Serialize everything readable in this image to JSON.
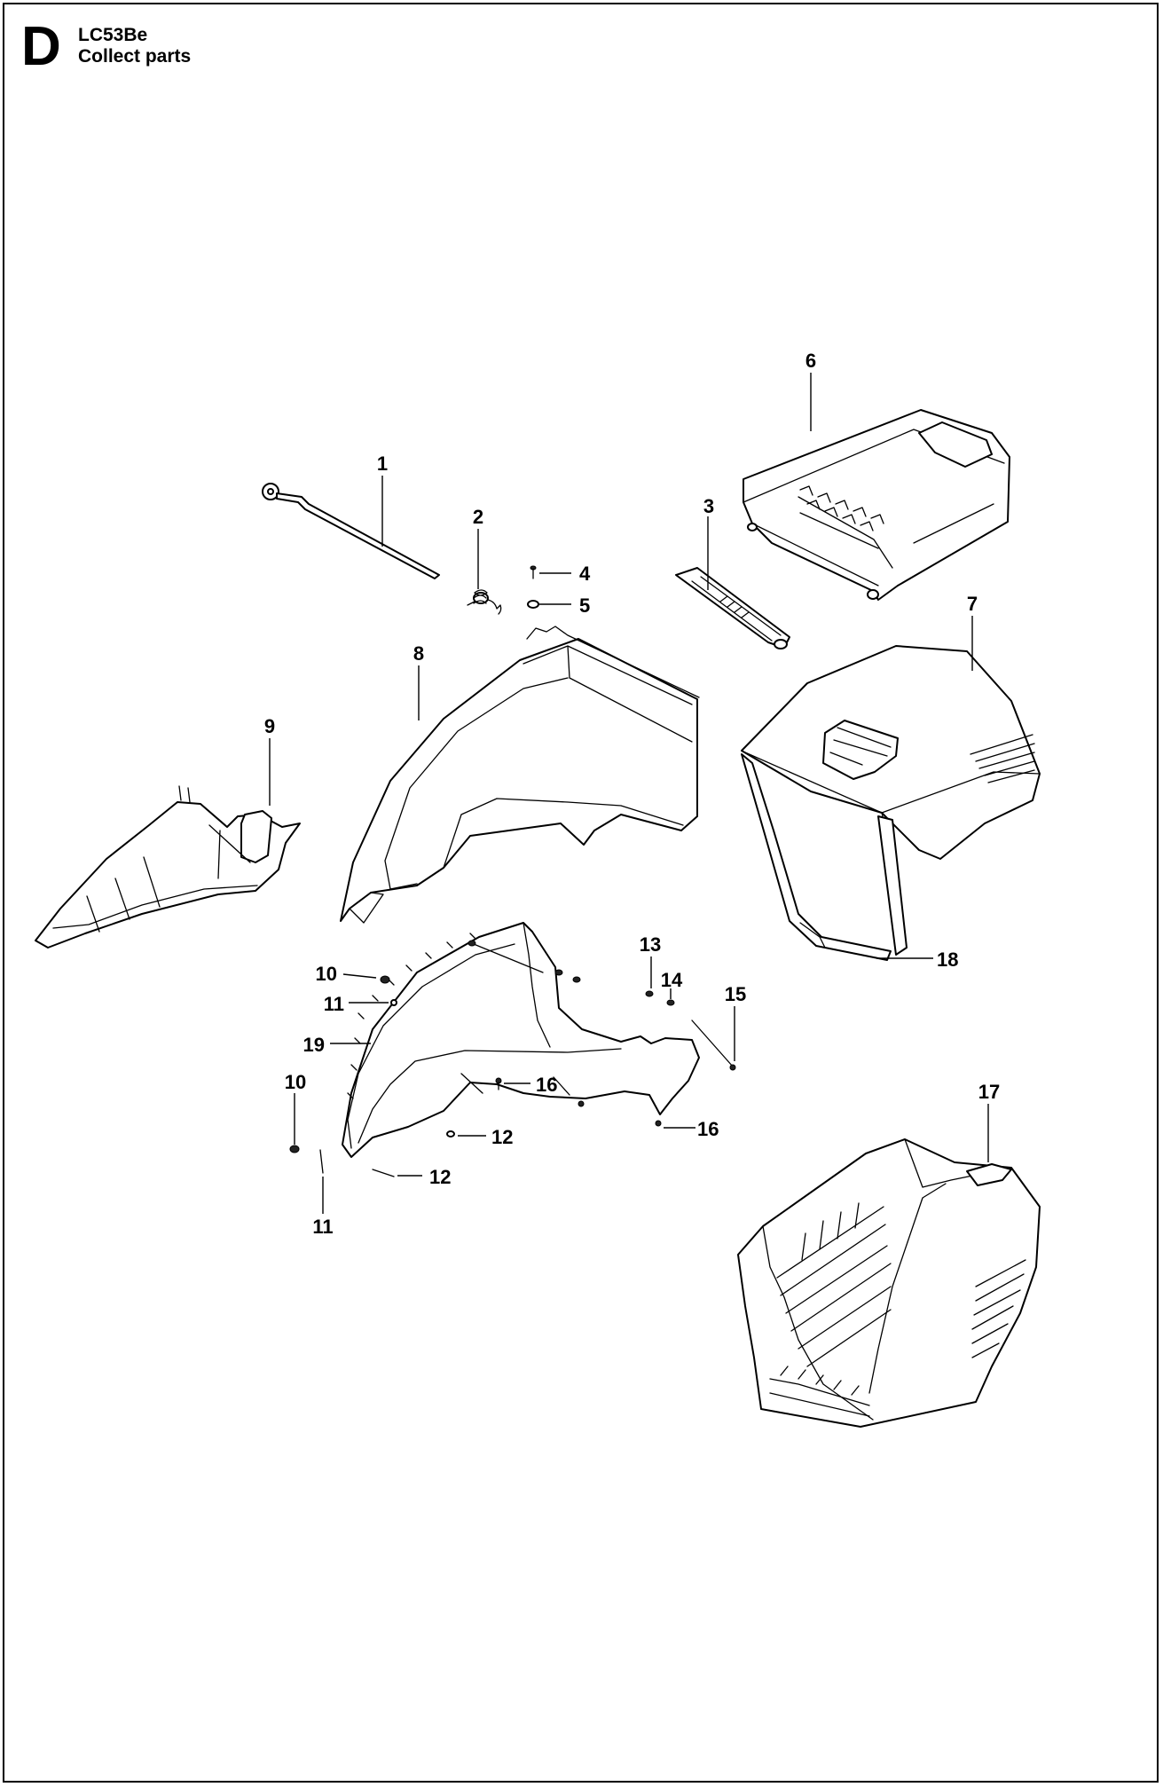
{
  "header": {
    "section_letter": "D",
    "model": "LC53Be",
    "title": "Collect parts"
  },
  "callouts": [
    {
      "id": "1",
      "label": "1"
    },
    {
      "id": "2",
      "label": "2"
    },
    {
      "id": "3",
      "label": "3"
    },
    {
      "id": "4",
      "label": "4"
    },
    {
      "id": "5",
      "label": "5"
    },
    {
      "id": "6",
      "label": "6"
    },
    {
      "id": "7",
      "label": "7"
    },
    {
      "id": "8",
      "label": "8"
    },
    {
      "id": "9",
      "label": "9"
    },
    {
      "id": "10a",
      "label": "10"
    },
    {
      "id": "10b",
      "label": "10"
    },
    {
      "id": "11a",
      "label": "11"
    },
    {
      "id": "11b",
      "label": "11"
    },
    {
      "id": "12a",
      "label": "12"
    },
    {
      "id": "12b",
      "label": "12"
    },
    {
      "id": "13",
      "label": "13"
    },
    {
      "id": "14",
      "label": "14"
    },
    {
      "id": "15",
      "label": "15"
    },
    {
      "id": "16a",
      "label": "16"
    },
    {
      "id": "16b",
      "label": "16"
    },
    {
      "id": "17",
      "label": "17"
    },
    {
      "id": "18",
      "label": "18"
    },
    {
      "id": "19",
      "label": "19"
    }
  ]
}
